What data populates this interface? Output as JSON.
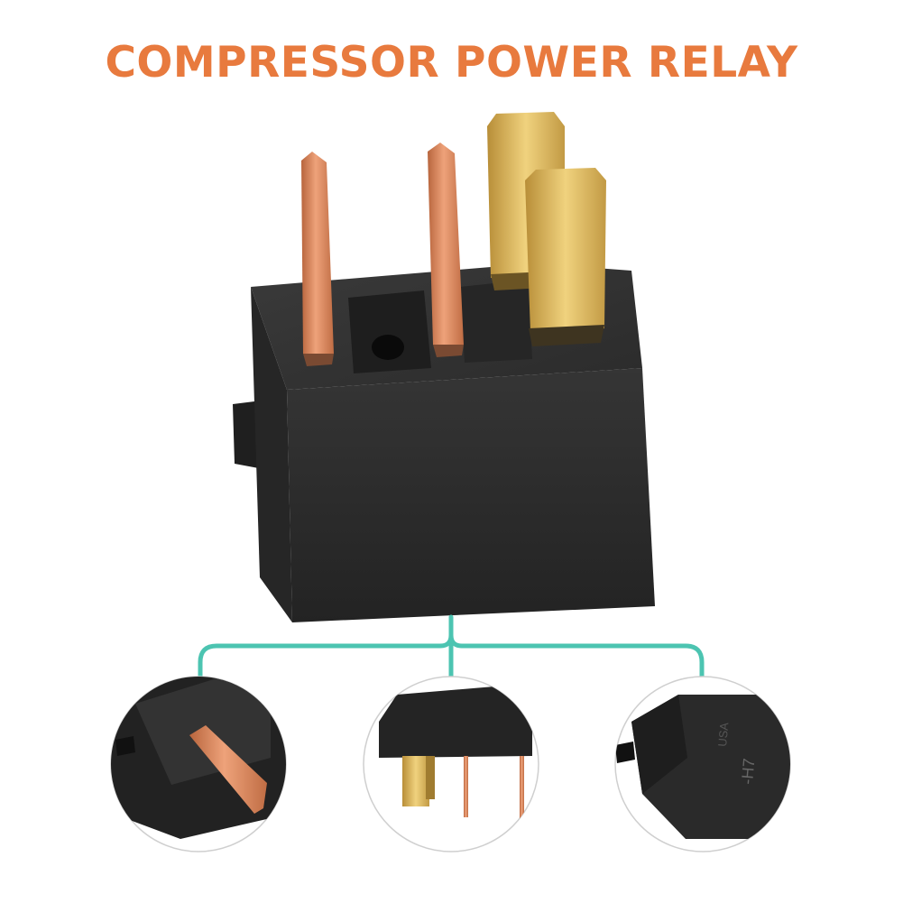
{
  "title": "COMPRESSOR POWER RELAY",
  "colors": {
    "title": "#e87a3e",
    "connector": "#4cc4b1",
    "housing": "#2a2a2a",
    "copper": "#d9895f",
    "brass": "#d8b35a"
  },
  "icons": {
    "main": "relay-product-photo",
    "detail_left": "relay-side-pin-closeup",
    "detail_center": "relay-bottom-pins-closeup",
    "detail_right": "relay-corner-marking-closeup"
  },
  "detail_markings": [
    "USA",
    "-H7"
  ]
}
